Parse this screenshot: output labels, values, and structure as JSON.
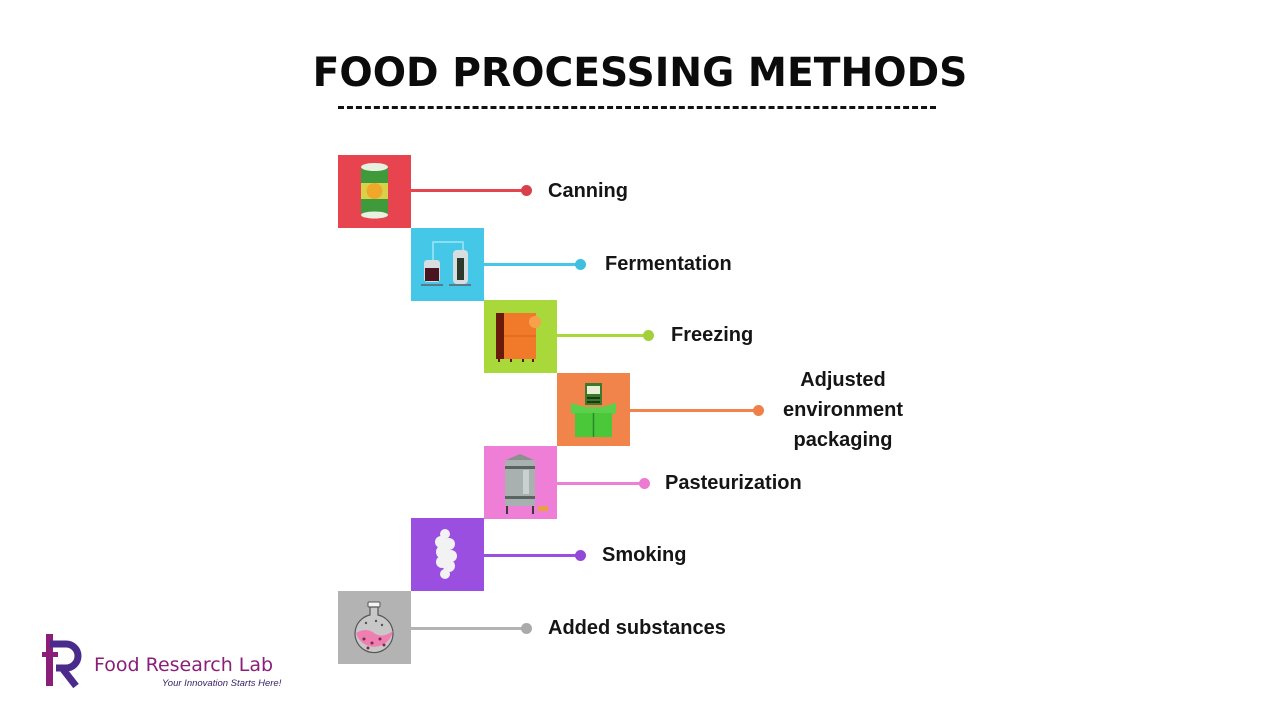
{
  "title": "FOOD PROCESSING METHODS",
  "methods": [
    {
      "label": "Canning",
      "color": "#e8444f",
      "icon": "can-icon"
    },
    {
      "label": "Fermentation",
      "color": "#45c7e8",
      "icon": "fermentation-tanks-icon"
    },
    {
      "label": "Freezing",
      "color": "#a8d83a",
      "icon": "freezer-icon"
    },
    {
      "label": "Adjusted environment packaging",
      "lines": [
        "Adjusted",
        "environment",
        "packaging"
      ],
      "color": "#f0844a",
      "icon": "package-box-icon"
    },
    {
      "label": "Pasteurization",
      "color": "#ef7fd6",
      "icon": "pasteurizer-tank-icon"
    },
    {
      "label": "Smoking",
      "color": "#9b4fe0",
      "icon": "smoke-icon"
    },
    {
      "label": "Added substances",
      "color": "#b3b3b3",
      "icon": "flask-icon"
    }
  ],
  "logo": {
    "name": "Food Research Lab",
    "tagline": "Your Innovation Starts Here!",
    "colors": {
      "primary": "#8a1e78",
      "secondary": "#4a2a8a"
    }
  }
}
